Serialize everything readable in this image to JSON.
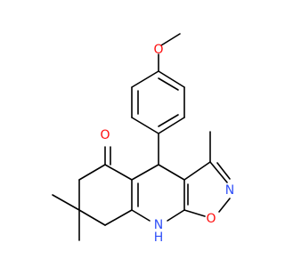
{
  "molecule": {
    "colors": {
      "bond": "#000000",
      "oxygen": "#ff0d0d",
      "nitrogen": "#3050f8",
      "background": "#ffffff"
    },
    "atoms": {
      "o_methoxy": "O",
      "o_ketone": "O",
      "n_ring": "N",
      "o_ring": "O",
      "nh_n": "N",
      "nh_h": "H"
    }
  }
}
